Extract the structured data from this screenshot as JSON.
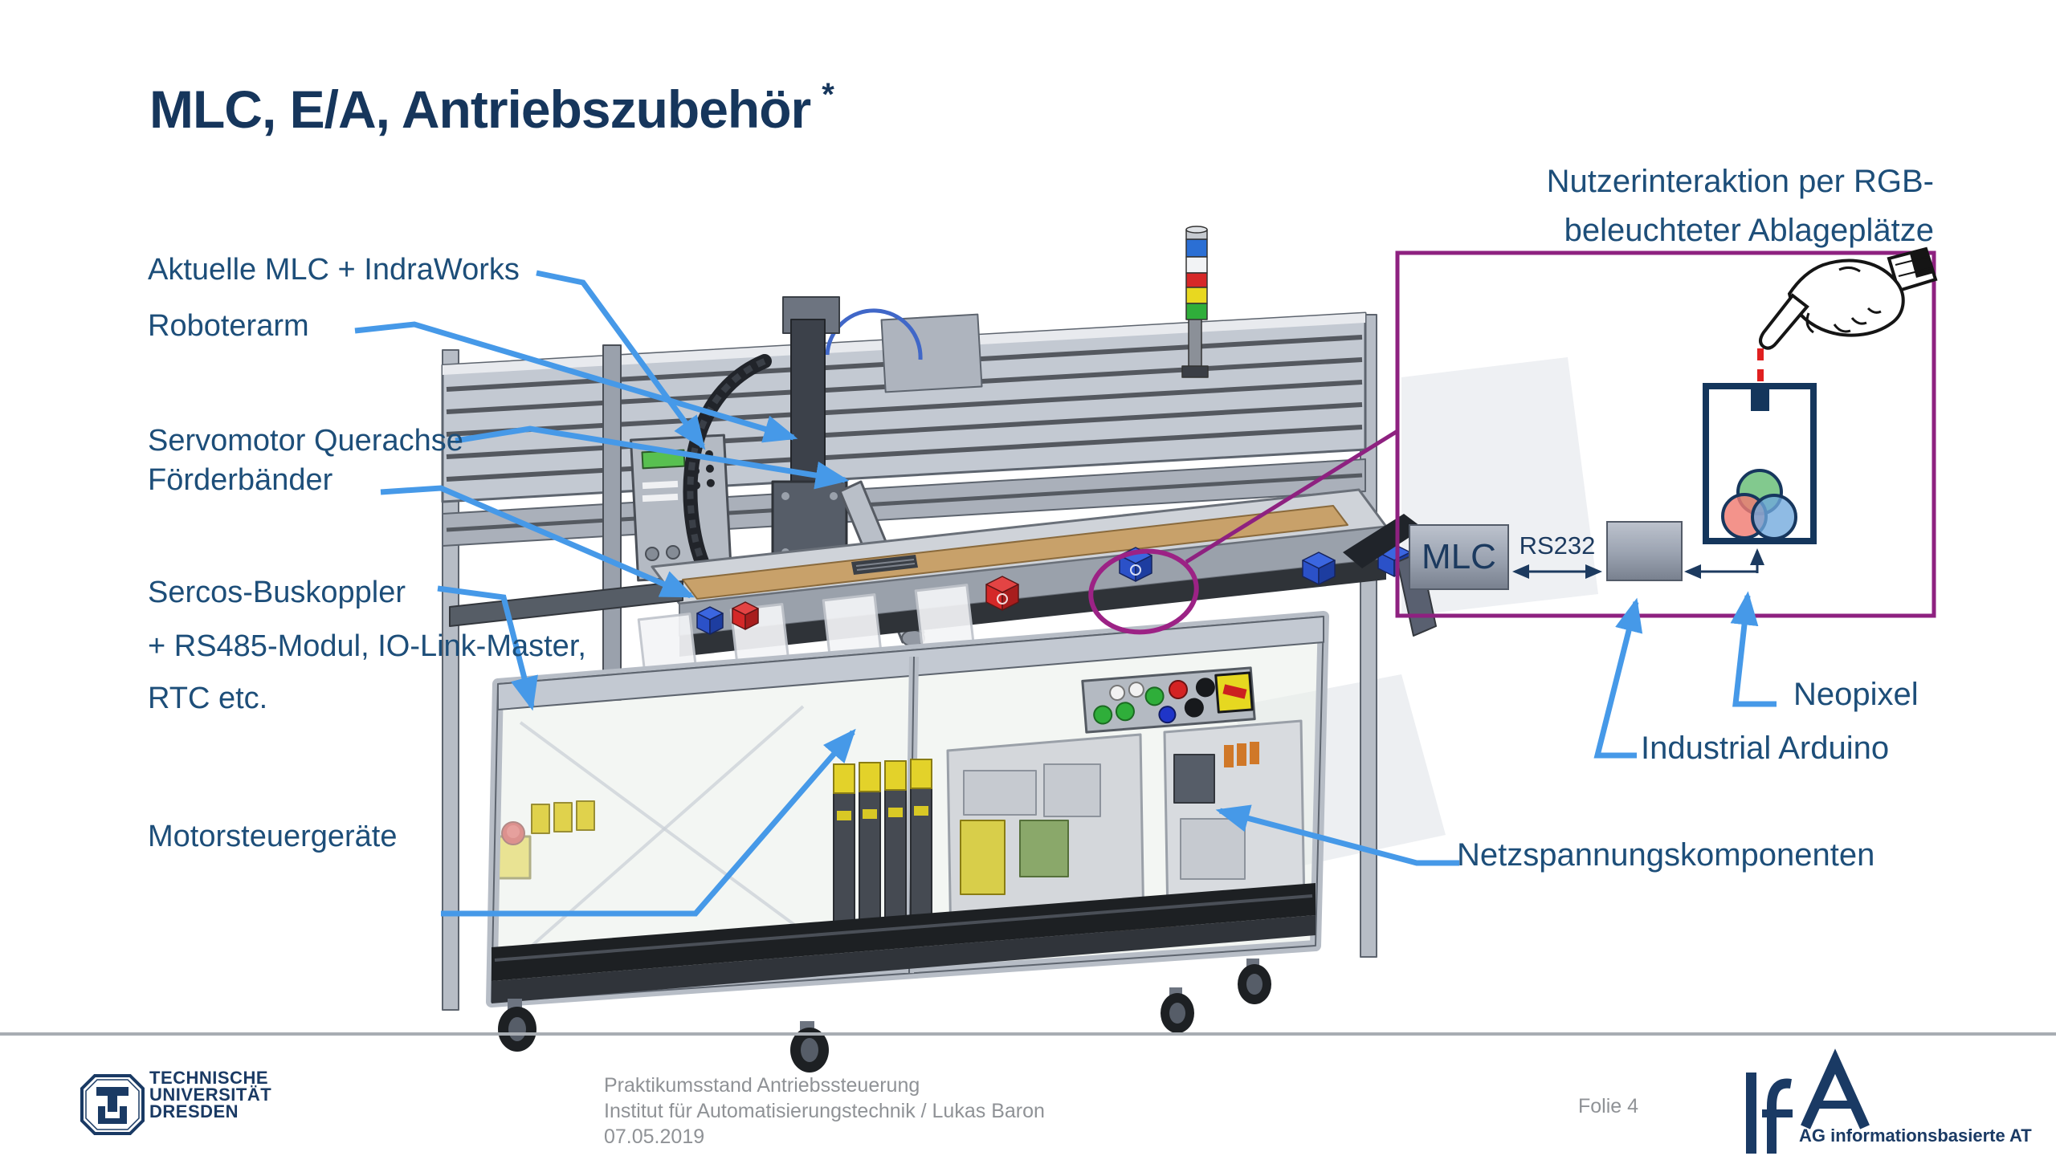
{
  "title": {
    "text": "MLC, E/A, Antriebszubehör",
    "superscript": "*"
  },
  "labels": {
    "left": [
      "Aktuelle MLC + IndraWorks",
      "Roboterarm",
      "Servomotor Querachse",
      "Förderbänder",
      "Sercos-Buskoppler",
      "+ RS485-Modul, IO-Link-Master,",
      "RTC etc.",
      "Motorsteuergeräte"
    ],
    "right": [
      "Neopixel",
      "Industrial Arduino",
      "Netzspannungskomponenten"
    ]
  },
  "callout": {
    "heading_line1": "Nutzerinteraktion per RGB-",
    "heading_line2": "beleuchteter Ablageplätze",
    "mlc_label": "MLC",
    "bus_label": "RS232"
  },
  "footer": {
    "university": [
      "TECHNISCHE",
      "UNIVERSITÄT",
      "DRESDEN"
    ],
    "center": [
      "Praktikumsstand Antriebssteuerung",
      "Institut für Automatisierungstechnik  / Lukas Baron",
      "07.05.2019"
    ],
    "page": "Folie 4",
    "ifa": "AG informationsbasierte AT"
  },
  "colors": {
    "title": "#16365c",
    "label": "#1d4e79",
    "leader_blue": "#4699e8",
    "purple": "#8e2180",
    "diagram_navy": "#1c3a5f",
    "footer_gray": "#8f9296",
    "stack_light": [
      "#2b6fd4",
      "#f2f3f5",
      "#d62828",
      "#e8d820",
      "#2fae3a"
    ],
    "rgb_circles": [
      "#f07b72",
      "#71c27e",
      "#6fa8dd"
    ]
  }
}
